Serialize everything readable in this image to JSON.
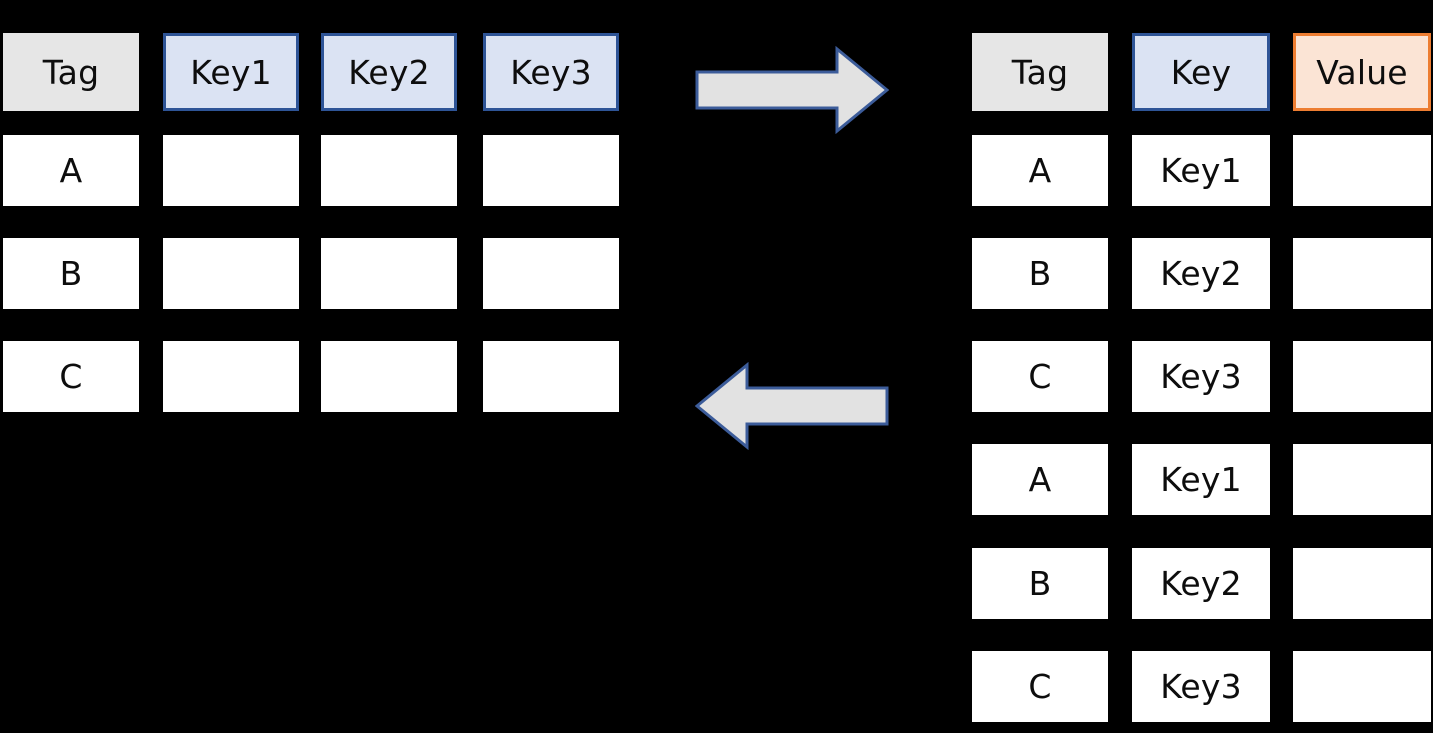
{
  "diagram": {
    "type": "table-transformation",
    "description": "Wide (pivoted) table with Tag and Key columns converted to a long (unpivoted) Tag / Key / Value table, and back.",
    "colors": {
      "background": "#000000",
      "tag_header_fill": "#E6E6E6",
      "key_header_fill": "#DBE3F3",
      "key_header_border": "#2E5496",
      "value_header_fill": "#FBE4D5",
      "value_header_border": "#ED7D31",
      "cell_fill": "#FFFFFF",
      "text": "#0D0D0D",
      "arrow_fill": "#E2E2E2",
      "arrow_border": "#3C5C9A"
    }
  },
  "wide_table": {
    "name": "wide-table",
    "headers": [
      {
        "label": "Tag",
        "style": "gray"
      },
      {
        "label": "Key1",
        "style": "blue"
      },
      {
        "label": "Key2",
        "style": "blue"
      },
      {
        "label": "Key3",
        "style": "blue"
      }
    ],
    "rows": [
      {
        "tag": "A",
        "key1": "",
        "key2": "",
        "key3": ""
      },
      {
        "tag": "B",
        "key1": "",
        "key2": "",
        "key3": ""
      },
      {
        "tag": "C",
        "key1": "",
        "key2": "",
        "key3": ""
      }
    ]
  },
  "long_table": {
    "name": "long-table",
    "headers": [
      {
        "label": "Tag",
        "style": "gray"
      },
      {
        "label": "Key",
        "style": "blue"
      },
      {
        "label": "Value",
        "style": "orange"
      }
    ],
    "rows": [
      {
        "tag": "A",
        "key": "Key1",
        "value": ""
      },
      {
        "tag": "B",
        "key": "Key2",
        "value": ""
      },
      {
        "tag": "C",
        "key": "Key3",
        "value": ""
      },
      {
        "tag": "A",
        "key": "Key1",
        "value": ""
      },
      {
        "tag": "B",
        "key": "Key2",
        "value": ""
      },
      {
        "tag": "C",
        "key": "Key3",
        "value": ""
      }
    ]
  },
  "arrows": [
    {
      "name": "arrow-right",
      "direction": "right",
      "label": ""
    },
    {
      "name": "arrow-left",
      "direction": "left",
      "label": ""
    }
  ]
}
